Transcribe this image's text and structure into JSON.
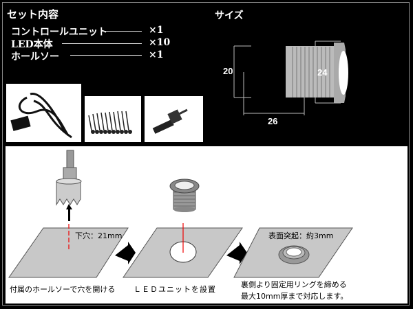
{
  "set_contents": {
    "title": "セット内容",
    "items": [
      {
        "name": "コントロールユニット",
        "qty": "×1"
      },
      {
        "name": "LED本体",
        "qty": "×10"
      },
      {
        "name": "ホールソー",
        "qty": "×1"
      }
    ]
  },
  "size": {
    "title": "サイズ",
    "height_rear": "20",
    "height_front": "24",
    "length": "26"
  },
  "steps": [
    {
      "label": "下穴：21mm",
      "caption": "付属のホールソーで穴を開ける"
    },
    {
      "caption": "ＬＥＤユニットを設置"
    },
    {
      "label": "表面突起：約3mm",
      "caption_line1": "裏側より固定用リングを締める",
      "caption_line2": "最大10mm厚まで対応します。"
    }
  ]
}
